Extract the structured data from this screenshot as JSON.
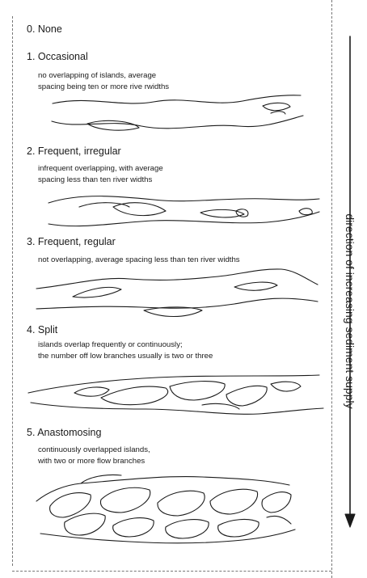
{
  "categories": [
    {
      "label": "0. None",
      "description": ""
    },
    {
      "label": "1. Occasional",
      "description": "no overlapping of islands, average\nspacing being ten or more rive rwidths"
    },
    {
      "label": "2. Frequent, irregular",
      "description": "infrequent overlapping, with average\nspacing less than ten river widths"
    },
    {
      "label": "3. Frequent, regular",
      "description": "not overlapping, average spacing less than ten river widths"
    },
    {
      "label": "4. Split",
      "description": "islands overlap frequently or continuously;\nthe number off low branches usually is two or three"
    },
    {
      "label": "5. Anastomosing",
      "description": "continuously overlapped islands,\nwith two or more flow branches"
    }
  ],
  "axis": {
    "label": "direction of increasing sediment supply"
  }
}
